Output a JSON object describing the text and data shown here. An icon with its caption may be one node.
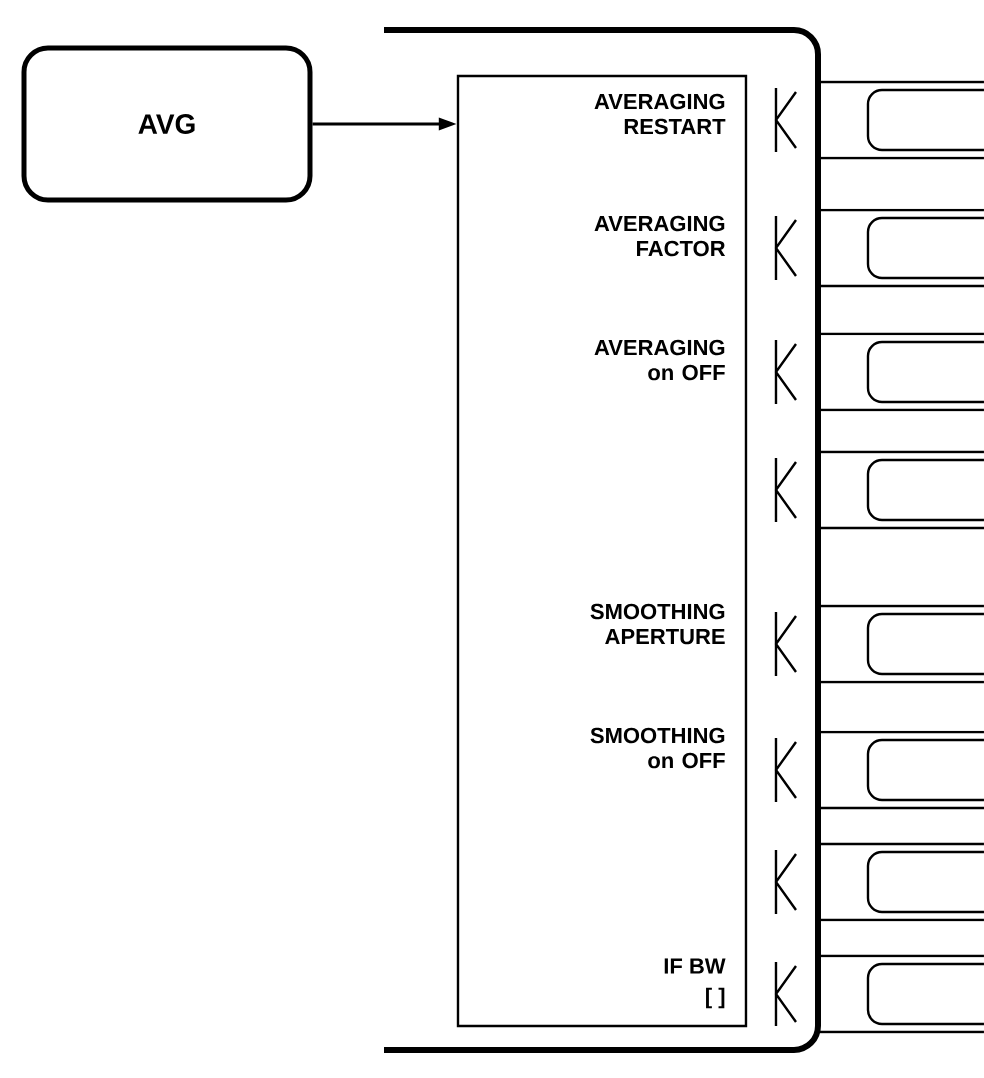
{
  "diagram": {
    "nodes": [
      {
        "text": [
          "AVG"
        ]
      },
      {
        "text": [],
        "shape": "box"
      },
      {
        "text": [],
        "shape": "box"
      },
      {
        "text": [],
        "shape": "box"
      },
      {
        "text": [],
        "shape": "box"
      },
      {
        "text": [],
        "shape": "box"
      },
      {
        "text": [],
        "shape": "box"
      },
      {
        "text": [],
        "shape": "box"
      },
      {
        "text": [],
        "shape": "box"
      },
      {
        "text": [],
        "shape": "box"
      }
    ],
    "edges": [
      {
        "from": 0,
        "to": 1,
        "arrow": "to"
      }
    ],
    "labels": [
      "AVERAGING RESTART",
      "AVERAGING FACTOR",
      "AVERAGING on OFF",
      "SMOOTHING APERTURE",
      "SMOOTHING on OFF",
      "IF BW",
      "[ ]"
    ]
  }
}
